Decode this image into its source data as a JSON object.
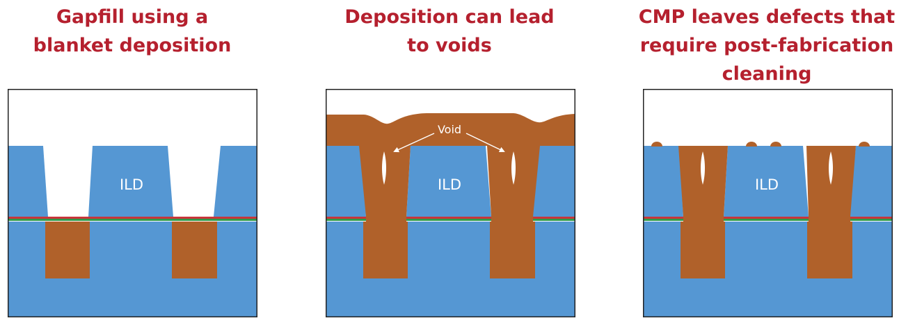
{
  "panels": [
    {
      "title": "Gapfill using a\nblanket deposition",
      "ild_label": "ILD"
    },
    {
      "title": "Deposition can lead\nto voids",
      "ild_label": "ILD",
      "void_label": "Void"
    },
    {
      "title": "CMP leaves defects that\nrequire post-fabrication\ncleaning",
      "ild_label": "ILD"
    }
  ],
  "colors": {
    "title": "#b5202e",
    "ild": "#5597d3",
    "metal": "#b0612a",
    "barrier_red": "#c8353a",
    "barrier_green": "#2f9a4a",
    "frame": "#222222",
    "void": "#ffffff"
  }
}
